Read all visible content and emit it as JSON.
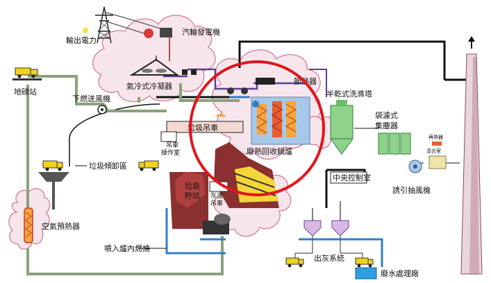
{
  "labels": {
    "power_output": "輸出電力",
    "turbine_generator": "汽輪發電機",
    "weighbridge": "地磅站",
    "forced_draft_fan": "下燃送風機",
    "air_cooled_condenser": "氣冷式冷凝器",
    "economizer": "節熱器",
    "semi_dry_scrubber": "半乾式洗滌塔",
    "baghouse_line1": "袋濾式",
    "baghouse_line2": "集塵器",
    "reheater": "再熱器",
    "mixing_chamber": "混合室",
    "crane_line1": "吊車",
    "crane_line2": "操作室",
    "waste_crane": "垃圾吊車",
    "waste_hopper": "垃圾傾卸區",
    "heat_recovery_boiler": "廢熱回收鍋爐",
    "central_control_room": "中央控制室",
    "induced_draft_fan": "誘引抽風機",
    "waste_pit_line1": "垃圾",
    "waste_pit_line2": "貯坑",
    "ash_crane_line1": "灰渣",
    "ash_crane_line2": "吊車",
    "air_preheater": "空氣預熱器",
    "inject_to_furnace": "噴入爐內燃燒",
    "ash_system": "出灰系統",
    "wastewater_plant": "廢水處理廠"
  },
  "colors": {
    "highlight_circle": "#e2141a",
    "cloud": "#f6e6ec",
    "pipe_green": "#8aa27a",
    "pipe_blue": "#2f7fc8",
    "pipe_purple": "#5a3e93",
    "furnace_red": "#8b3030",
    "truck_yellow": "#f2d21b",
    "boiler_blue": "#a7c8ea"
  },
  "icons": [
    "transmission-tower-icon",
    "generator-icon",
    "fan-icon",
    "truck-icon",
    "chimney-icon",
    "arrow-up-icon",
    "preheater-icon"
  ]
}
